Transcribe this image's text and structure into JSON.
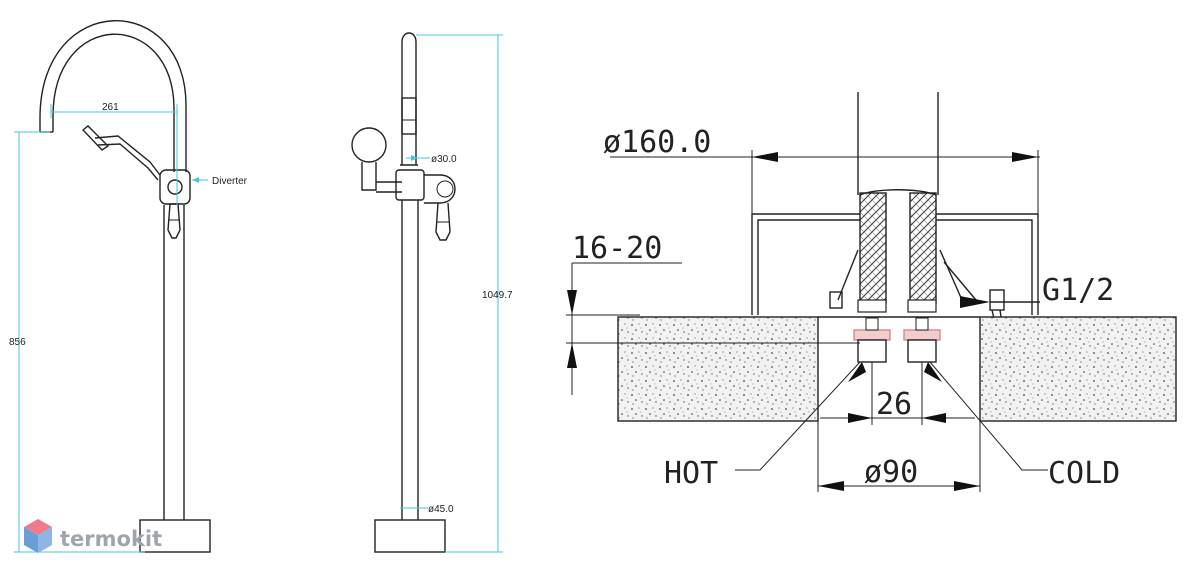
{
  "front_view": {
    "dim_spout": "261",
    "label_diverter": "Diverter",
    "dim_height": "856"
  },
  "side_view": {
    "dim_pipe": "ø30.0",
    "dim_base": "ø45.0",
    "dim_height": "1049.7"
  },
  "section_view": {
    "dim_flange": "ø160.0",
    "dim_thickness": "16-20",
    "label_thread": "G1/2",
    "dim_spacing": "26",
    "dim_hole": "ø90",
    "label_hot": "HOT",
    "label_cold": "COLD"
  },
  "watermark": {
    "text": "termokit"
  },
  "colors": {
    "line": "#222222",
    "dimension": "#46c8dc",
    "seal": "#d98a8a",
    "logo_top": "#f07a8c",
    "logo_side": "#6a9fd6"
  }
}
